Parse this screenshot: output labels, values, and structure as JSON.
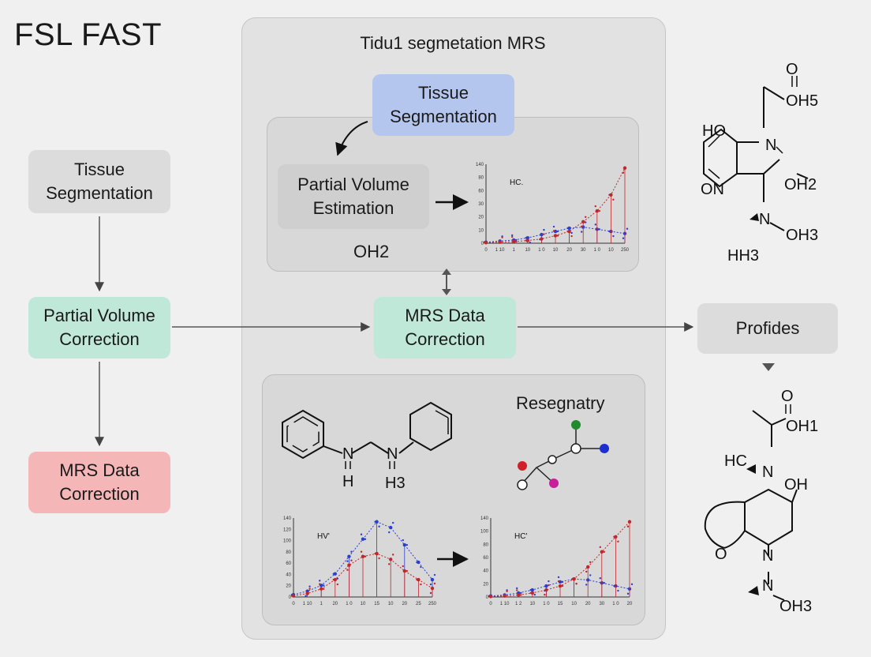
{
  "title": "FSL FAST",
  "panel": {
    "title": "Tidu1 segmetation MRS"
  },
  "left": {
    "box1": "Tissue\nSegmentation",
    "box2": "Partial Volume\nCorrection",
    "box3": "MRS Data\nCorrection"
  },
  "center": {
    "tissue_seg": "Tissue\nSegmentation",
    "pve": "Partial Volume\nEstimation",
    "oh2_label": "OH2",
    "mrs_box": "MRS Data\nCorrection",
    "resegnatry": "Resegnatry",
    "amine_h": "H",
    "amine_h3": "H3",
    "amine_n1": "N",
    "amine_n2": "N"
  },
  "right": {
    "profiles": "Profides",
    "mol_top": {
      "o": "O",
      "oh5": "OH5",
      "ho": "HO",
      "n_eq": "N",
      "on": "ON",
      "o_oh2": "OH2",
      "n": "N",
      "oh3": "OH3",
      "hh3": "HH3"
    },
    "mol_bottom": {
      "o": "O",
      "oh1": "OH1",
      "hc": "HC",
      "n_oh": "N",
      "oh": "OH",
      "o_ring": "O",
      "n1": "N",
      "n2": "N",
      "oh3": "OH3"
    }
  },
  "chart_data": [
    {
      "type": "scatter",
      "label": "HC.",
      "x_ticks": [
        "0",
        "1 10",
        "1",
        "10",
        "1 0",
        "10",
        "20",
        "30",
        "1 0",
        "10",
        "250"
      ],
      "y_ticks": [
        "0",
        "10",
        "20",
        "30",
        "60",
        "80",
        "140"
      ],
      "series": [
        {
          "color": "#2a3fd1",
          "values": [
            2,
            4,
            6,
            10,
            16,
            22,
            28,
            30,
            26,
            22,
            18
          ]
        },
        {
          "color": "#c0262a",
          "values": [
            1,
            2,
            3,
            5,
            8,
            14,
            22,
            40,
            60,
            90,
            140
          ]
        }
      ]
    },
    {
      "type": "scatter",
      "label": "HV'",
      "x_ticks": [
        "0",
        "1 10",
        "1",
        "20",
        "1 0",
        "10",
        "15",
        "10",
        "20",
        "25",
        "250"
      ],
      "y_ticks": [
        "0",
        "20",
        "40",
        "60",
        "80",
        "100",
        "120",
        "140"
      ],
      "series": [
        {
          "color": "#2a3fd1",
          "values": [
            4,
            10,
            20,
            40,
            70,
            100,
            130,
            120,
            90,
            60,
            30
          ]
        },
        {
          "color": "#c0262a",
          "values": [
            2,
            6,
            14,
            30,
            55,
            70,
            75,
            65,
            45,
            30,
            15
          ]
        }
      ]
    },
    {
      "type": "scatter",
      "label": "HC'",
      "x_ticks": [
        "0",
        "1 10",
        "1 2",
        "10",
        "1 0",
        "15",
        "10",
        "20",
        "30",
        "1 0",
        "20"
      ],
      "y_ticks": [
        "0",
        "20",
        "40",
        "60",
        "80",
        "100",
        "140"
      ],
      "series": [
        {
          "color": "#2a3fd1",
          "values": [
            2,
            4,
            8,
            14,
            22,
            30,
            36,
            34,
            28,
            22,
            16
          ]
        },
        {
          "color": "#c0262a",
          "values": [
            1,
            2,
            4,
            8,
            14,
            22,
            36,
            60,
            90,
            120,
            150
          ]
        }
      ]
    }
  ]
}
